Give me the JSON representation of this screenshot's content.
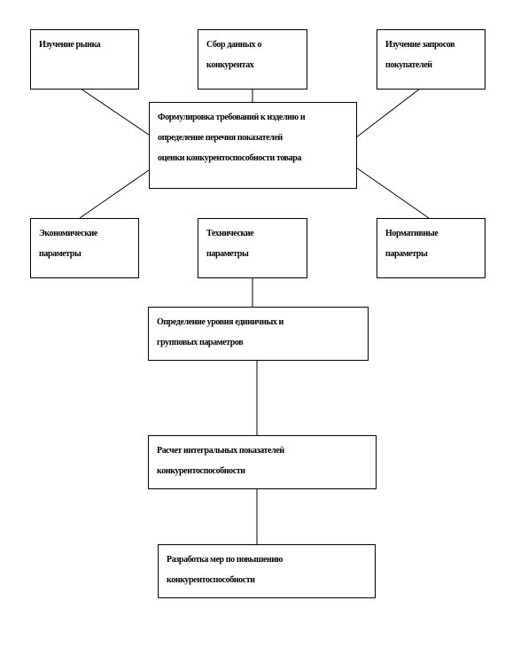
{
  "diagram": {
    "nodes": {
      "market_study": {
        "lines": [
          "Изучение рынка"
        ]
      },
      "competitor_data": {
        "lines": [
          "Сбор данных о",
          "конкурентах"
        ]
      },
      "buyer_demand": {
        "lines": [
          "Изучение запросов",
          "покупателей"
        ]
      },
      "requirements": {
        "lines": [
          "Формулировка требований к изделию и",
          "определение перечня показателей",
          "оценки конкурентоспособности товара"
        ]
      },
      "economic": {
        "lines": [
          "Экономические",
          "параметры"
        ]
      },
      "technical": {
        "lines": [
          "Технические",
          "параметры"
        ]
      },
      "normative": {
        "lines": [
          "Нормативные",
          "параметры"
        ]
      },
      "levels": {
        "lines": [
          "Определение уровня единичных и",
          "групповых параметров"
        ]
      },
      "integral": {
        "lines": [
          "Расчет интегральных показателей",
          "конкурентоспособности"
        ]
      },
      "measures": {
        "lines": [
          "Разработка мер по повышению",
          "конкурентоспособности"
        ]
      }
    },
    "edges": [
      {
        "from": "market_study",
        "to": "requirements"
      },
      {
        "from": "competitor_data",
        "to": "requirements"
      },
      {
        "from": "buyer_demand",
        "to": "requirements"
      },
      {
        "from": "requirements",
        "to": "economic"
      },
      {
        "from": "requirements",
        "to": "normative"
      },
      {
        "from": "technical",
        "to": "levels"
      },
      {
        "from": "levels",
        "to": "integral"
      },
      {
        "from": "integral",
        "to": "measures"
      }
    ]
  }
}
